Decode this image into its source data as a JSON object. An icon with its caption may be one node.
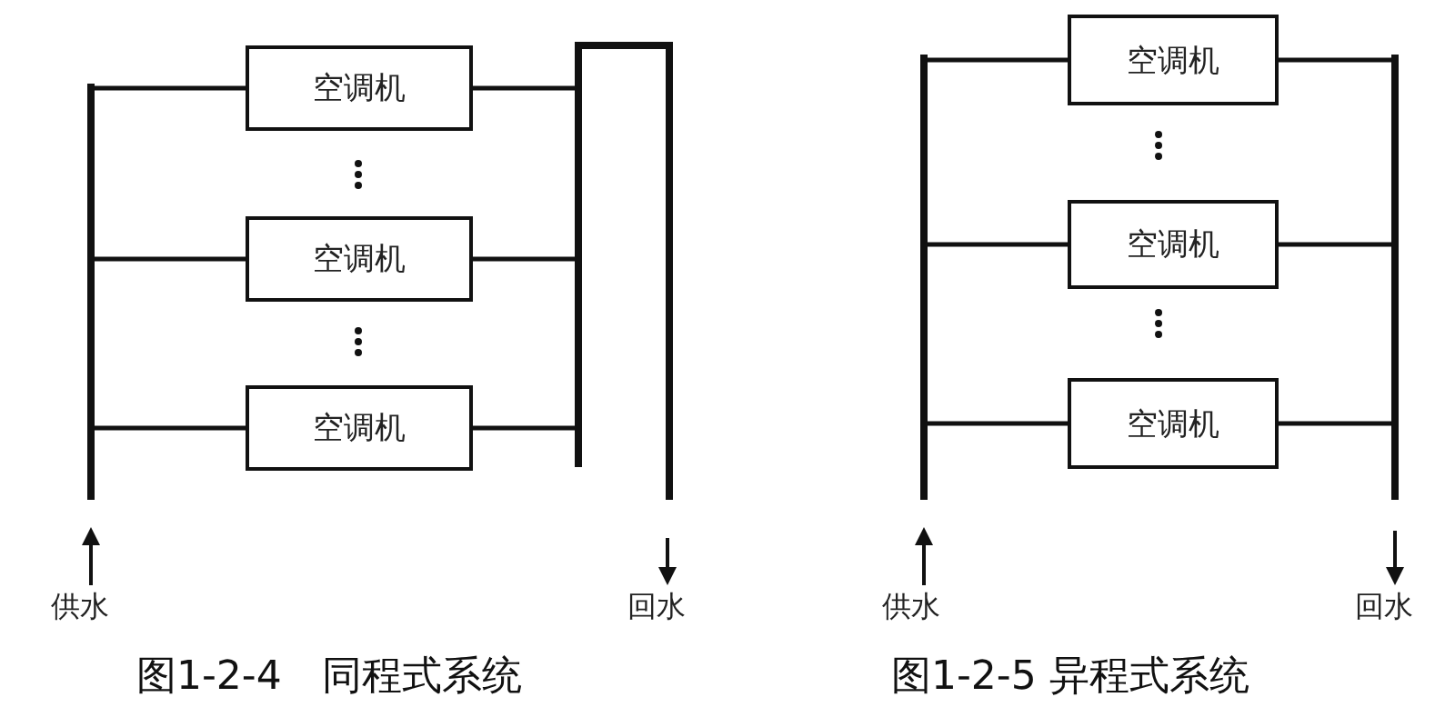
{
  "diagram": {
    "nodes": [
      {
        "text": [],
        "shape": "bar"
      },
      {
        "text": [
          "空调机"
        ]
      },
      {
        "text": [
          "空调机"
        ]
      },
      {
        "text": [
          "空调机"
        ]
      },
      {
        "text": [],
        "shape": "bar"
      },
      {
        "text": [],
        "shape": "bar"
      },
      {
        "text": [
          "空调机"
        ]
      },
      {
        "text": [
          "空调机"
        ]
      },
      {
        "text": [
          "空调机"
        ]
      },
      {
        "text": [],
        "shape": "bar"
      }
    ],
    "edges": [
      {
        "from": 0,
        "to": 1,
        "arrow": "none"
      },
      {
        "from": 0,
        "to": 2,
        "arrow": "none"
      },
      {
        "from": 0,
        "to": 3,
        "arrow": "none"
      },
      {
        "from": 1,
        "to": 4,
        "arrow": "none"
      },
      {
        "from": 2,
        "to": 4,
        "arrow": "none"
      },
      {
        "from": 3,
        "to": 4,
        "arrow": "none"
      },
      {
        "from": 5,
        "to": 6,
        "arrow": "none"
      },
      {
        "from": 5,
        "to": 7,
        "arrow": "none"
      },
      {
        "from": 5,
        "to": 8,
        "arrow": "none"
      },
      {
        "from": 6,
        "to": 9,
        "arrow": "none"
      },
      {
        "from": 7,
        "to": 9,
        "arrow": "none"
      },
      {
        "from": 8,
        "to": 9,
        "arrow": "none"
      }
    ],
    "labels": [
      "供水",
      "回水",
      "图1-2-4　同程式系统",
      "供水",
      "回水",
      "图1-2-5 异程式系统"
    ]
  }
}
